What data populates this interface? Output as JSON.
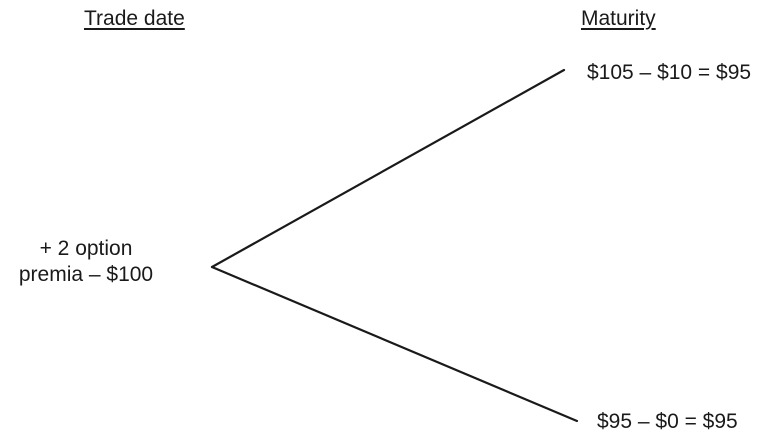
{
  "headers": {
    "trade_date": "Trade date",
    "maturity": "Maturity"
  },
  "trade_date_node": {
    "line1": "+ 2 option",
    "line2": "premia – $100"
  },
  "maturity_outcomes": {
    "up": "$105 – $10 = $95",
    "down": "$95 – $0 = $95"
  },
  "line_color": "#1a1a1a"
}
